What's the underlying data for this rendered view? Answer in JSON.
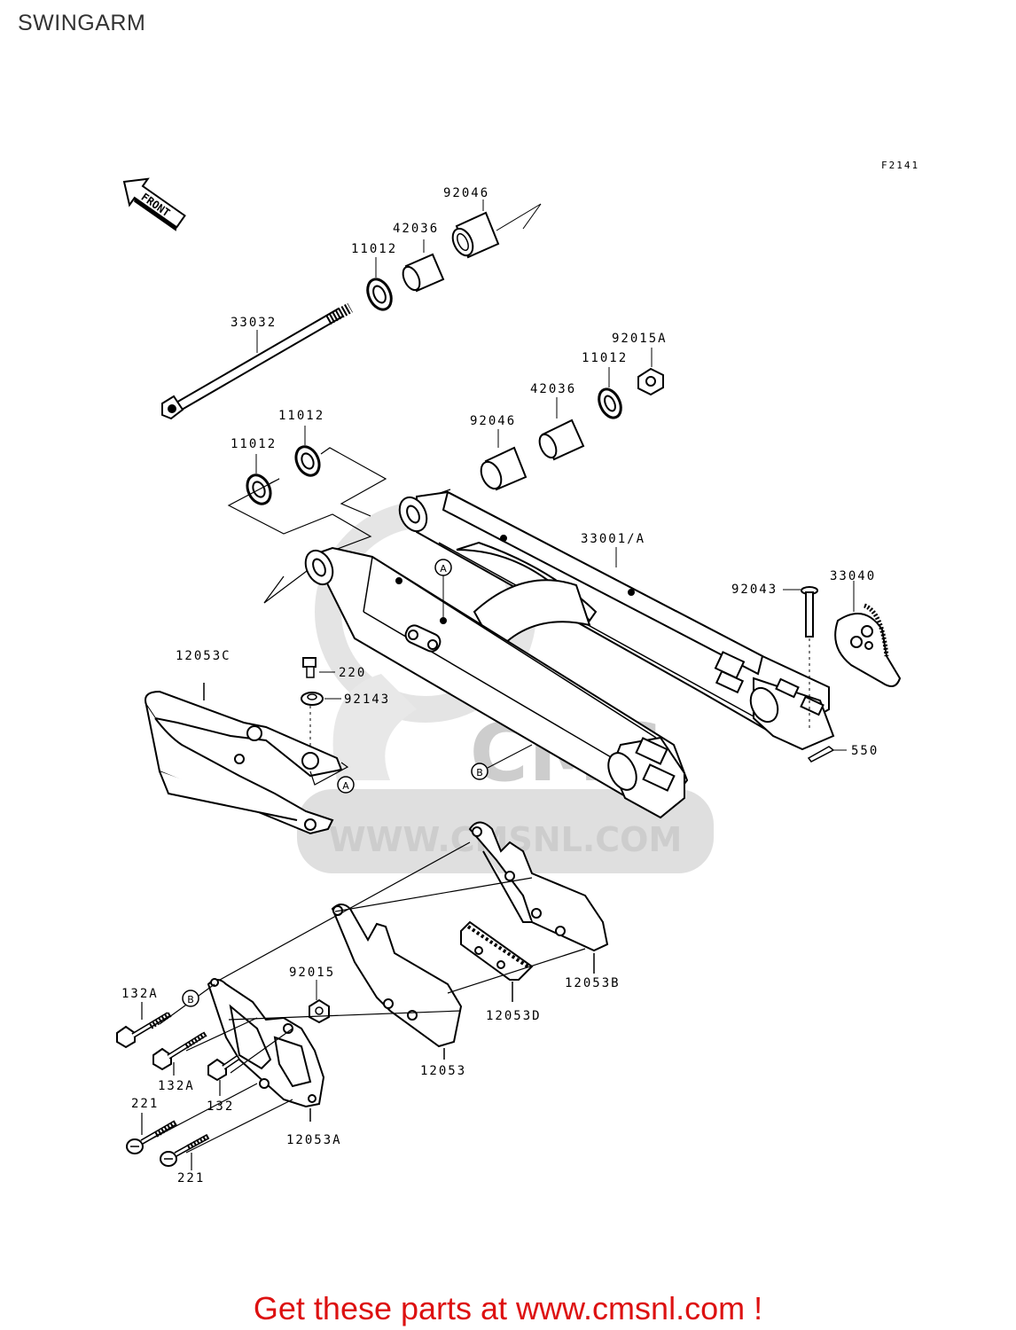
{
  "title": "SWINGARM",
  "figure_code": "F2141",
  "front_label": "FRONT",
  "watermark": {
    "logo_text": "CMS",
    "url_text": "WWW.CMSNL.COM"
  },
  "references": {
    "a": "A",
    "b": "B"
  },
  "parts": {
    "p92046_top": "92046",
    "p42036_top": "42036",
    "p11012_top": "11012",
    "p33032": "33032",
    "p92015A": "92015A",
    "p11012_right": "11012",
    "p42036_right": "42036",
    "p92046_right": "92046",
    "p11012_mid": "11012",
    "p11012_left": "11012",
    "p33001A": "33001/A",
    "p92043": "92043",
    "p33040": "33040",
    "p12053C": "12053C",
    "p220": "220",
    "p92143": "92143",
    "p550": "550",
    "p132A_top": "132A",
    "p92015": "92015",
    "p12053B": "12053B",
    "p12053D": "12053D",
    "p132A_bottom": "132A",
    "p132": "132",
    "p12053": "12053",
    "p221_top": "221",
    "p12053A": "12053A",
    "p221_bottom": "221"
  },
  "footer": {
    "cta": "Get these parts at www.cmsnl.com !"
  }
}
